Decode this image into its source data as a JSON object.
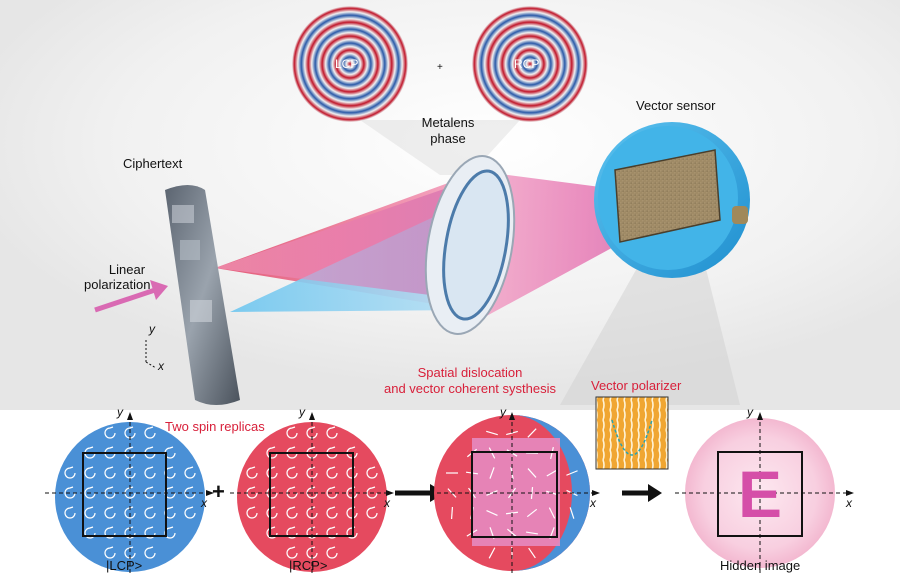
{
  "labels": {
    "ciphertext": "Ciphertext",
    "linear_polarization_1": "Linear",
    "linear_polarization_2": "polarization",
    "metalens_phase_1": "Metalens",
    "metalens_phase_2": "phase",
    "vector_sensor": "Vector sensor",
    "lcp_phase": "LCP",
    "rcp_phase": "RCP",
    "plus_small": "+",
    "two_spin_replicas": "Two spin replicas",
    "spatial_dislocation_1": "Spatial dislocation",
    "spatial_dislocation_2": "and vector coherent systhesis",
    "vector_polarizer": "Vector polarizer",
    "lcp_state": "|LCP>",
    "rcp_state": "|RCP>",
    "hidden_image": "Hidden image",
    "plus_big": "+",
    "hidden_letter": "E"
  },
  "axes": {
    "x": "x",
    "y": "y"
  },
  "colors": {
    "lcp_blue": "#4a90d6",
    "rcp_red": "#e54a5f",
    "accent_red": "#d8203a",
    "pink": "#e060a8",
    "sensor_blue": "#2aa3dc"
  }
}
